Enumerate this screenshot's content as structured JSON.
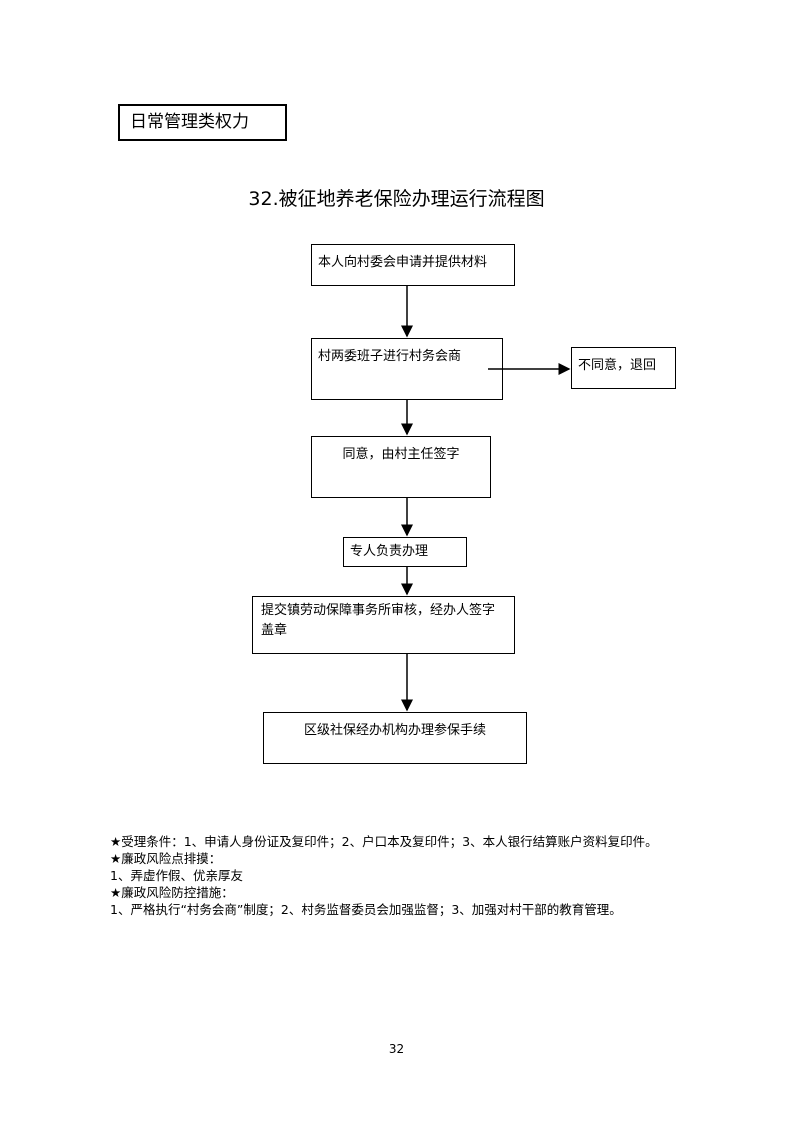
{
  "category": "日常管理类权力",
  "title": "32.被征地养老保险办理运行流程图",
  "flow": {
    "step1": "本人向村委会申请并提供材料",
    "step2": "村两委班子进行村务会商",
    "reject": "不同意，退回",
    "step3": "同意，由村主任签字",
    "step4": "专人负责办理",
    "step5": "提交镇劳动保障事务所审核，经办人签字盖章",
    "step6": "区级社保经办机构办理参保手续"
  },
  "notes": [
    "★受理条件：1、申请人身份证及复印件；2、户口本及复印件；3、本人银行结算账户资料复印件。",
    "★廉政风险点排摸：",
    "1、弄虚作假、优亲厚友",
    "★廉政风险防控措施：",
    "1、严格执行“村务会商”制度；2、村务监督委员会加强监督；3、加强对村干部的教育管理。"
  ],
  "page_number": "32"
}
